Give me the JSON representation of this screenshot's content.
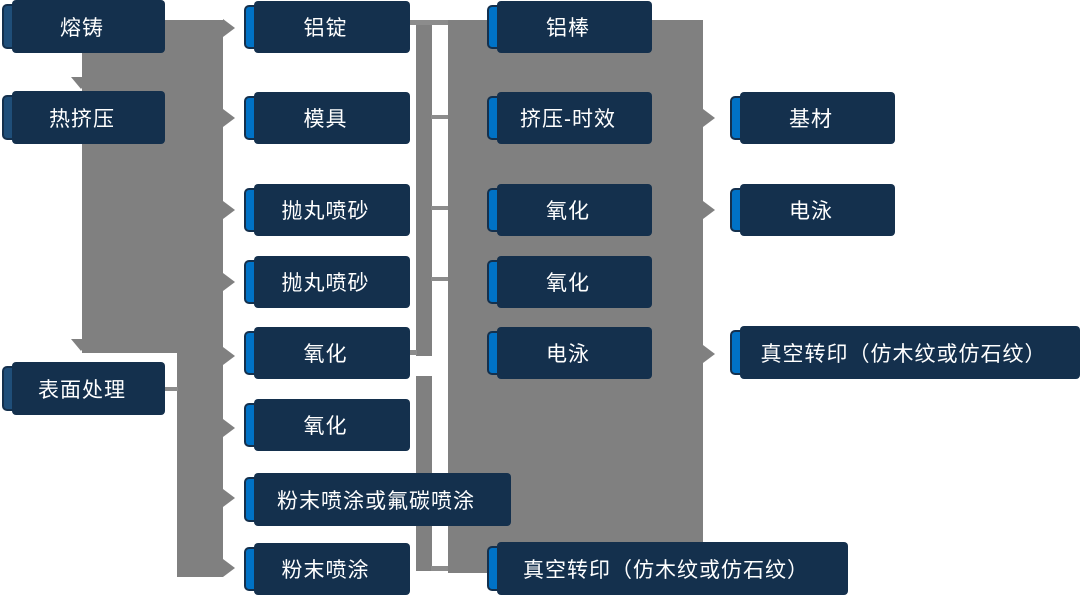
{
  "colors": {
    "box_blue": "#0072C6",
    "box_dark_blue": "#1F4E79",
    "box_border": "#14304D",
    "connector_gray": "#808080",
    "text_white": "#FFFFFF",
    "background": "#FFFFFF"
  },
  "flowchart": {
    "columns": [
      {
        "name": "production-stages",
        "items": [
          {
            "id": "melt-casting",
            "label": "熔铸"
          },
          {
            "id": "hot-extrusion",
            "label": "热挤压"
          },
          {
            "id": "surface-treatment",
            "label": "表面处理"
          }
        ]
      },
      {
        "name": "process-steps-1",
        "items": [
          {
            "id": "aluminum-ingot",
            "label": "铝锭"
          },
          {
            "id": "mold",
            "label": "模具"
          },
          {
            "id": "shot-blasting-1",
            "label": "抛丸喷砂"
          },
          {
            "id": "shot-blasting-2",
            "label": "抛丸喷砂"
          },
          {
            "id": "oxidation-1",
            "label": "氧化"
          },
          {
            "id": "oxidation-2",
            "label": "氧化"
          },
          {
            "id": "powder-or-fluorocarbon-coating",
            "label": "粉末喷涂或氟碳喷涂"
          },
          {
            "id": "powder-coating",
            "label": "粉末喷涂"
          }
        ]
      },
      {
        "name": "process-steps-2",
        "items": [
          {
            "id": "aluminum-rod",
            "label": "铝棒"
          },
          {
            "id": "extrusion-aging",
            "label": "挤压-时效"
          },
          {
            "id": "oxidation-3",
            "label": "氧化"
          },
          {
            "id": "oxidation-4",
            "label": "氧化"
          },
          {
            "id": "electrophoresis-1",
            "label": "电泳"
          },
          {
            "id": "vacuum-transfer-1",
            "label": "真空转印（仿木纹或仿石纹）"
          }
        ]
      },
      {
        "name": "outputs",
        "items": [
          {
            "id": "base-material",
            "label": "基材"
          },
          {
            "id": "electrophoresis-2",
            "label": "电泳"
          },
          {
            "id": "vacuum-transfer-2",
            "label": "真空转印（仿木纹或仿石纹）"
          }
        ]
      }
    ]
  }
}
